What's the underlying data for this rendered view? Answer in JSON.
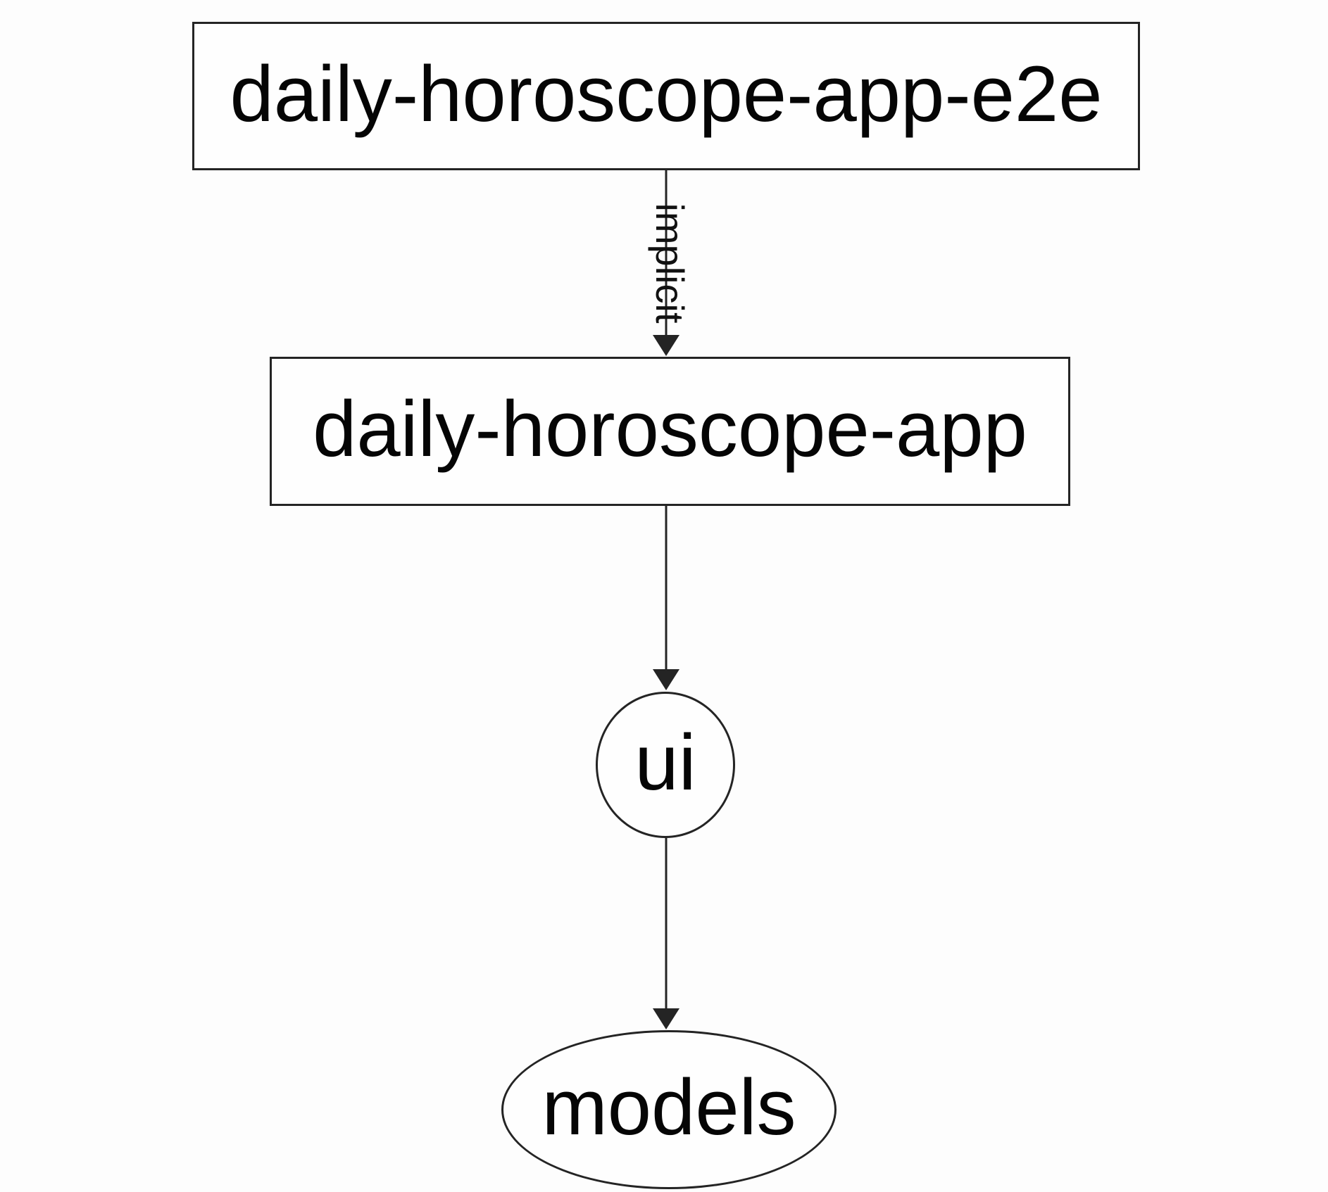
{
  "diagram": {
    "kind": "project-dependency-graph",
    "background_color": "#fdfdfd",
    "node_fill_color": "#fefefe",
    "stroke_color": "#242424",
    "text_color": "#050505",
    "nodes": [
      {
        "id": "daily-horoscope-app-e2e",
        "label": "daily-horoscope-app-e2e",
        "shape": "rectangle"
      },
      {
        "id": "daily-horoscope-app",
        "label": "daily-horoscope-app",
        "shape": "rectangle"
      },
      {
        "id": "ui",
        "label": "ui",
        "shape": "circle"
      },
      {
        "id": "models",
        "label": "models",
        "shape": "ellipse"
      }
    ],
    "edges": [
      {
        "from": "daily-horoscope-app-e2e",
        "to": "daily-horoscope-app",
        "label": "implicit",
        "label_rotation_deg": 90,
        "arrow": "down"
      },
      {
        "from": "daily-horoscope-app",
        "to": "ui",
        "label": "",
        "arrow": "down"
      },
      {
        "from": "ui",
        "to": "models",
        "label": "",
        "arrow": "down"
      }
    ]
  }
}
